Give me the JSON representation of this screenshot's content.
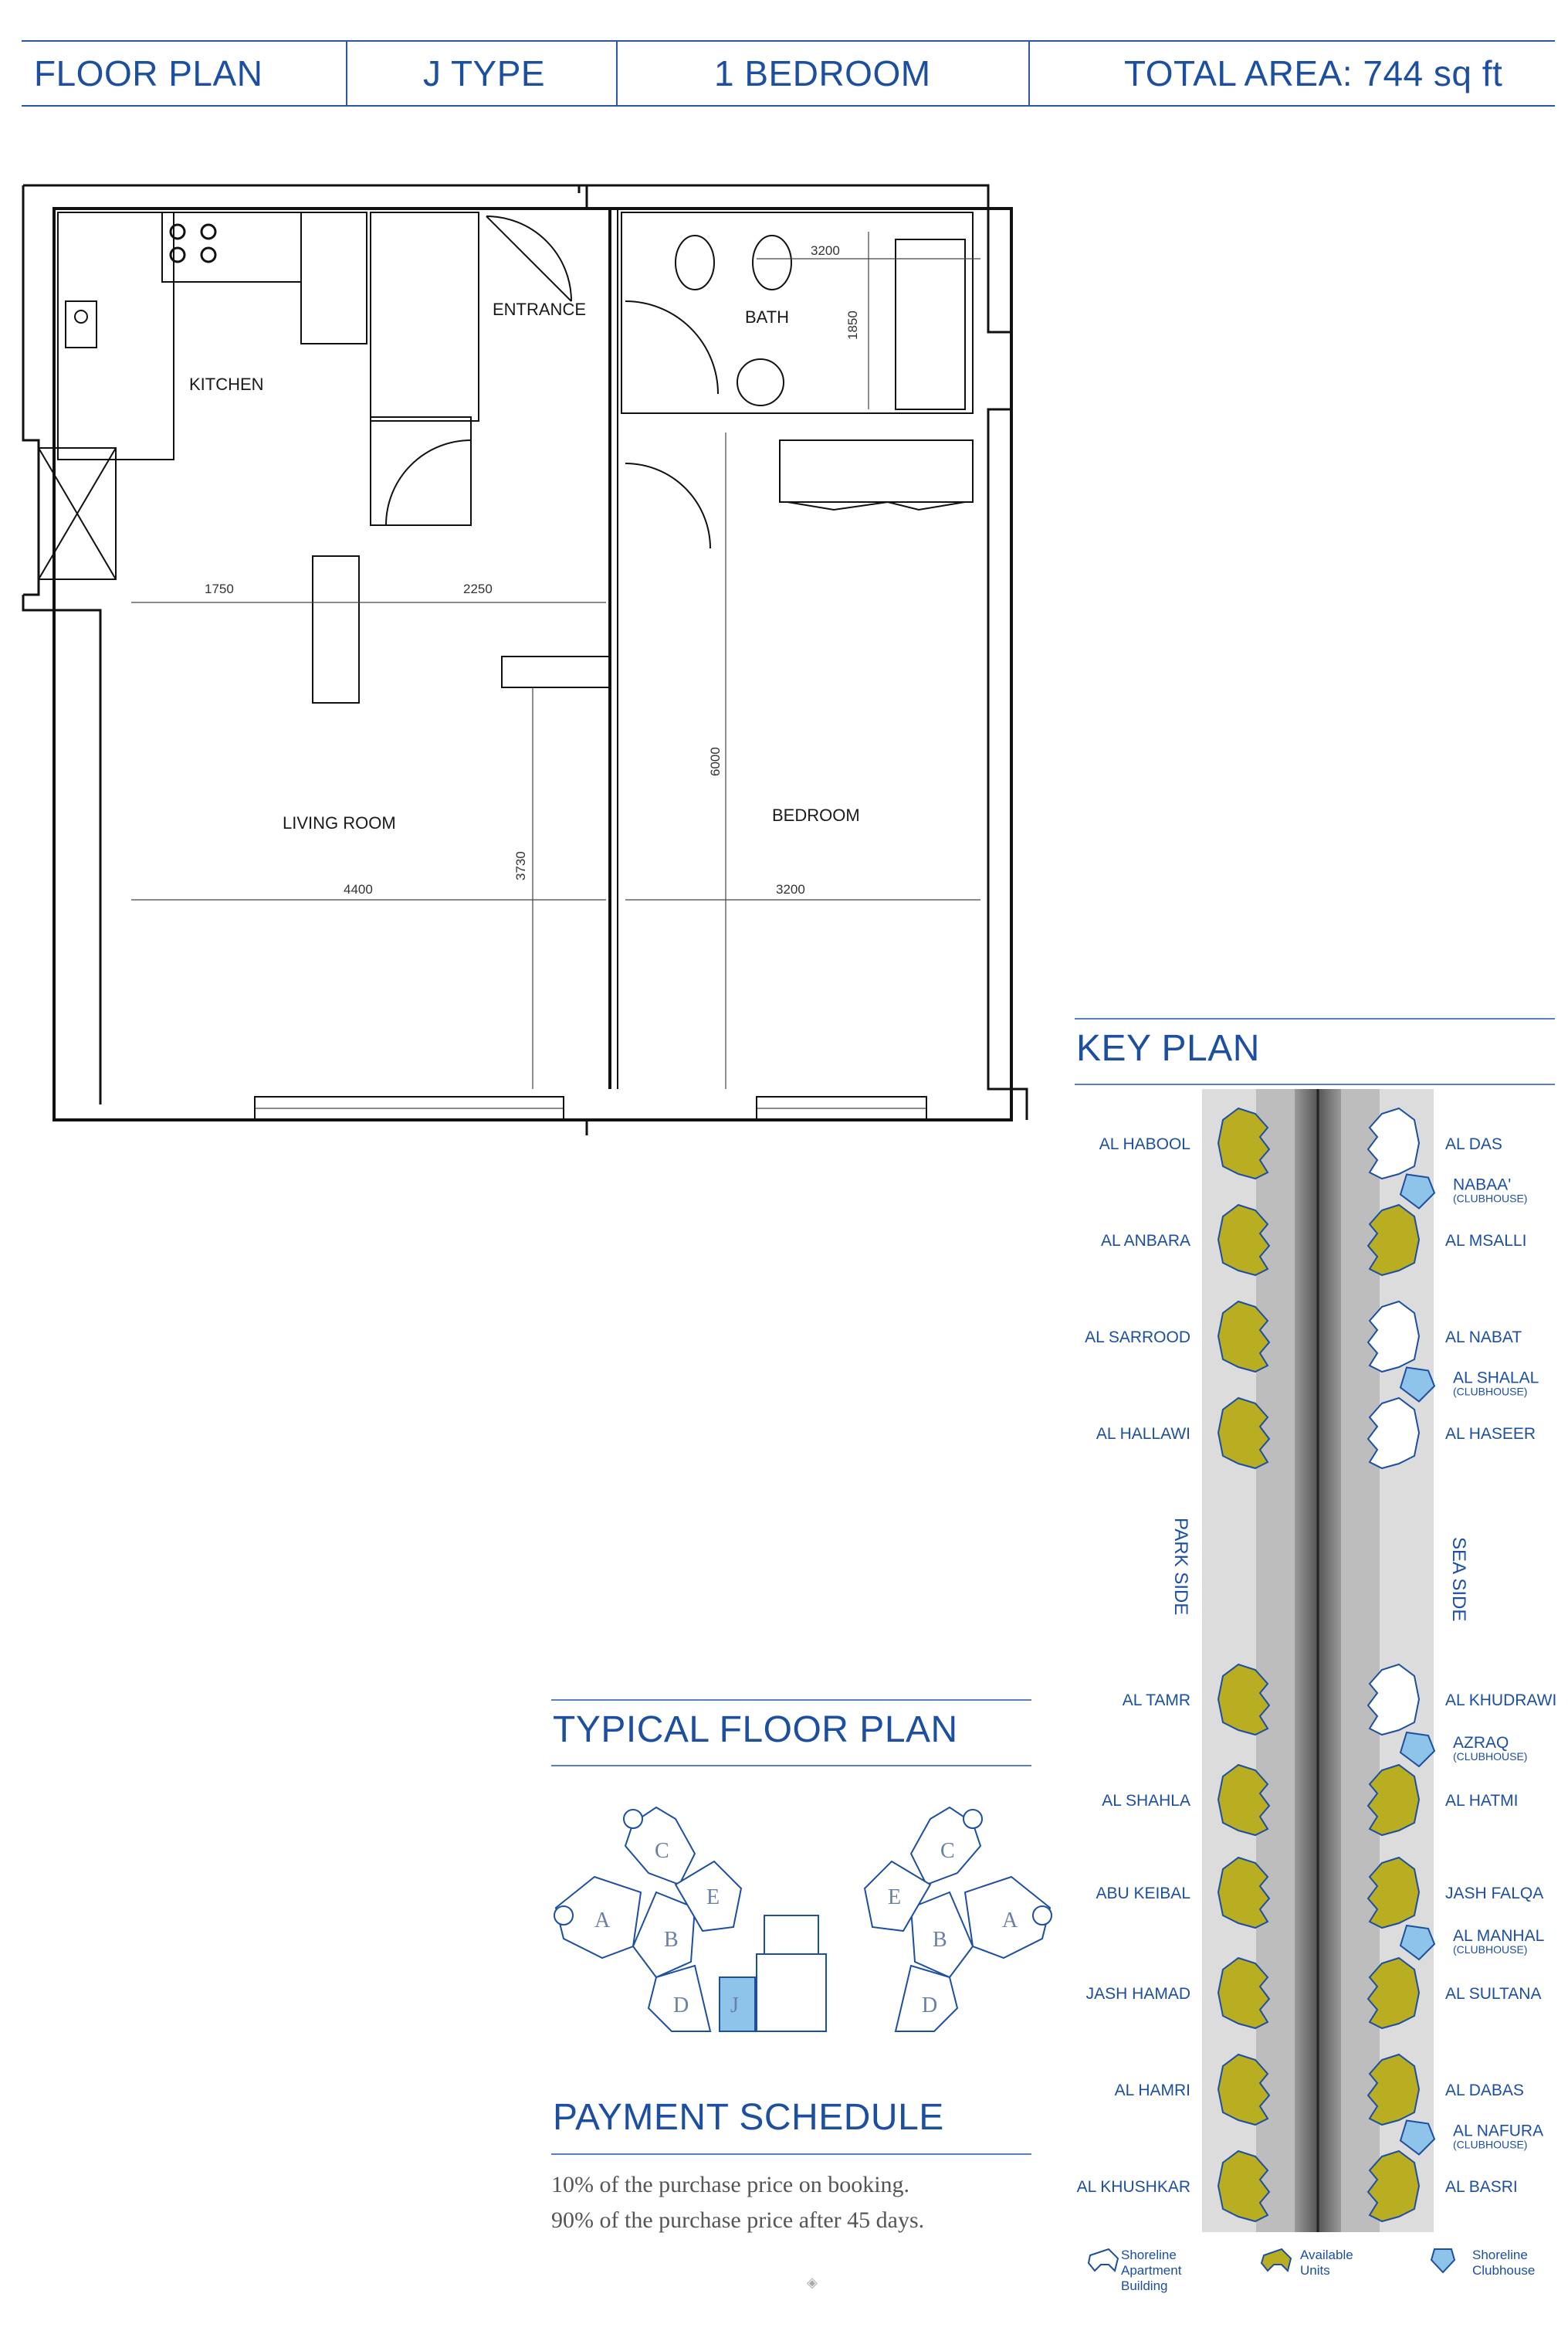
{
  "header": {
    "floor_plan": "FLOOR PLAN",
    "type": "J TYPE",
    "bedrooms": "1 BEDROOM",
    "total_area": "TOTAL AREA: 744 sq ft"
  },
  "floor_plan": {
    "rooms": {
      "kitchen": "KITCHEN",
      "entrance": "ENTRANCE",
      "bath": "BATH",
      "living_room": "LIVING ROOM",
      "bedroom": "BEDROOM"
    },
    "dimensions": {
      "bath_width": "3200",
      "bath_depth": "1850",
      "kitchen_width": "1750",
      "hall_width": "2250",
      "bedroom_depth": "6000",
      "living_depth": "3730",
      "living_width": "4400",
      "bedroom_width": "3200"
    }
  },
  "typical_floor_plan": {
    "title": "TYPICAL FLOOR PLAN",
    "units": [
      "C",
      "A",
      "E",
      "B",
      "D",
      "J",
      "E",
      "C",
      "B",
      "A",
      "D"
    ],
    "highlight_unit": "J",
    "highlight_color": "#8ec3ea"
  },
  "payment_schedule": {
    "title": "PAYMENT SCHEDULE",
    "lines": [
      "10% of the purchase price on booking.",
      "90% of the purchase price after 45 days."
    ]
  },
  "key_plan": {
    "title": "KEY PLAN",
    "park_side_label": "PARK SIDE",
    "sea_side_label": "SEA SIDE",
    "park_side": [
      "AL HABOOL",
      "AL ANBARA",
      "AL SARROOD",
      "AL HALLAWI",
      "AL TAMR",
      "AL SHAHLA",
      "ABU KEIBAL",
      "JASH HAMAD",
      "AL HAMRI",
      "AL KHUSHKAR"
    ],
    "sea_side": [
      "AL DAS",
      "AL MSALLI",
      "AL NABAT",
      "AL HASEER",
      "AL KHUDRAWI",
      "AL HATMI",
      "JASH FALQA",
      "AL SULTANA",
      "AL DABAS",
      "AL BASRI"
    ],
    "clubhouses": [
      "NABAA'",
      "AL SHALAL",
      "AZRAQ",
      "AL MANHAL",
      "AL NAFURA"
    ],
    "clubhouse_tag": "(CLUBHOUSE)",
    "colors": {
      "available": "#b9ad22",
      "clubhouse": "#8ec3ea",
      "outline": "#1c4fa0"
    },
    "legend": {
      "building": [
        "Shoreline",
        "Apartment",
        "Building"
      ],
      "available": [
        "Available",
        "Units"
      ],
      "clubhouse": [
        "Shoreline",
        "Clubhouse"
      ]
    }
  }
}
